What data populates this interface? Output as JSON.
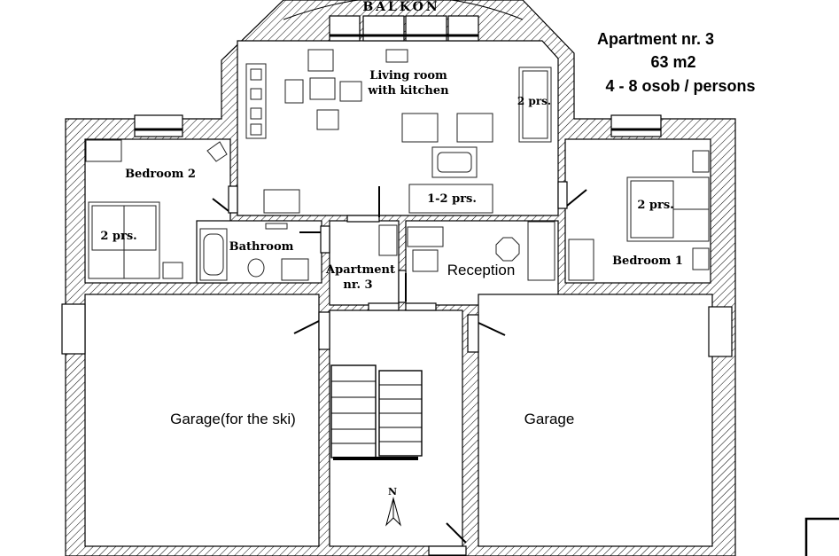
{
  "header": {
    "title": "Apartment nr. 3",
    "area": "63 m2",
    "capacity": "4 - 8 osob / persons"
  },
  "labels": {
    "balkon": "BALKON",
    "living_room_line1": "Living room",
    "living_room_line2": "with kitchen",
    "bedroom2": "Bedroom 2",
    "bedroom1": "Bedroom 1",
    "bathroom": "Bathroom",
    "apartment_line1": "Apartment",
    "apartment_line2": "nr. 3",
    "reception": "Reception",
    "garage_ski": "Garage(for the ski)",
    "garage": "Garage",
    "north": "N"
  },
  "beds": {
    "living_sofa": "2 prs.",
    "living_table": "1-2 prs.",
    "bedroom2_bed": "2 prs.",
    "bedroom1_bed": "2 prs."
  }
}
